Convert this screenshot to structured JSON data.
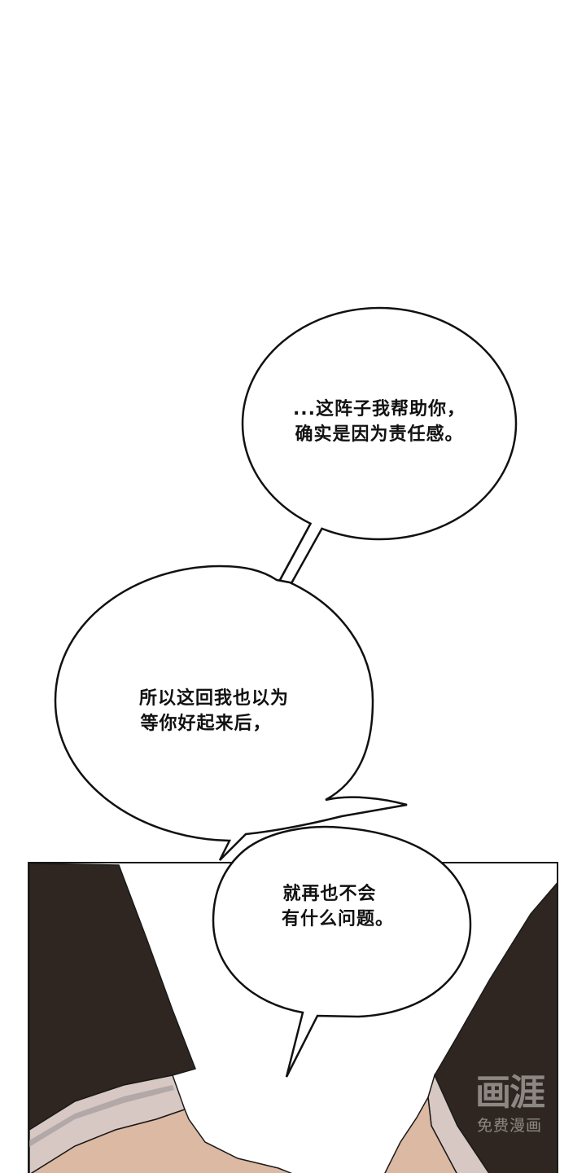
{
  "page": {
    "background": "#ffffff"
  },
  "bubbles": [
    {
      "id": "bubble-1",
      "lines": [
        "...这阵子我帮助你，",
        "确实是因为责任感。"
      ]
    },
    {
      "id": "bubble-2",
      "lines": [
        "所以这回我也以为",
        "等你好起来后，"
      ]
    },
    {
      "id": "bubble-3",
      "lines": [
        "就再也不会",
        "有什么问题。"
      ]
    }
  ],
  "panel": {
    "description": "Close-up of two figures' shoulders in dark coats with light shirt collars",
    "colors": {
      "coat": "#2f2621",
      "collar": "#d8c8c3",
      "collar_shadow": "#a39a9c",
      "skin": "#dcb9a3",
      "outline": "#1a1a1a"
    }
  },
  "watermark": {
    "logo": "画涯",
    "subtitle": "免费漫画"
  }
}
